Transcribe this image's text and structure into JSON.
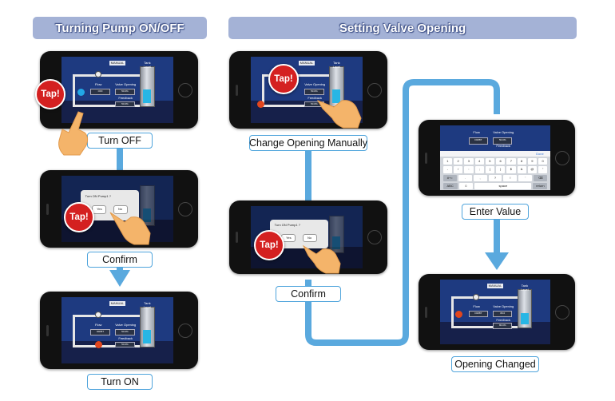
{
  "sections": {
    "left_title": "Turning Pump ON/OFF",
    "right_title": "Setting Valve Opening"
  },
  "steps": {
    "turn_off": "Turn OFF",
    "confirm_left": "Confirm",
    "turn_on": "Turn ON",
    "change_opening": "Change Opening Manually",
    "confirm_right": "Confirm",
    "enter_value": "Enter Value",
    "opening_changed": "Opening Changed"
  },
  "callouts": {
    "tap": "Tap!"
  },
  "screen": {
    "title": "MANUAL",
    "tank_level": "Tank Level",
    "flow": "Flow",
    "valve_opening": "Valve Opening",
    "feedback": "Feedback",
    "flow_off": "OFF",
    "flow_on": "DR/BT",
    "valve_value": "50.0%",
    "valve_value_changed": "80.0",
    "feedback_value": "50.0%",
    "feedback_value_changed": "80.0%",
    "dialog_question": "Turn ON Pump1 ?",
    "dialog_yes": "Yes",
    "dialog_no": "No",
    "kbd_done": "Done",
    "kbd_rows": [
      [
        "1",
        "2",
        "3",
        "4",
        "5",
        "6",
        "7",
        "8",
        "9",
        "0"
      ],
      [
        "-",
        "/",
        ":",
        ";",
        "(",
        ")",
        "$",
        "&",
        "@",
        "\""
      ],
      [
        "#+=",
        ".",
        ",",
        "?",
        "!",
        "'",
        "⌫"
      ],
      [
        "ABC",
        "☺",
        "space",
        "return"
      ]
    ]
  },
  "colors": {
    "header_bg": "#a4b2d6",
    "flow_line": "#5aa9de",
    "tap_red": "#d42020",
    "screen_blue": "#1e3a80"
  }
}
